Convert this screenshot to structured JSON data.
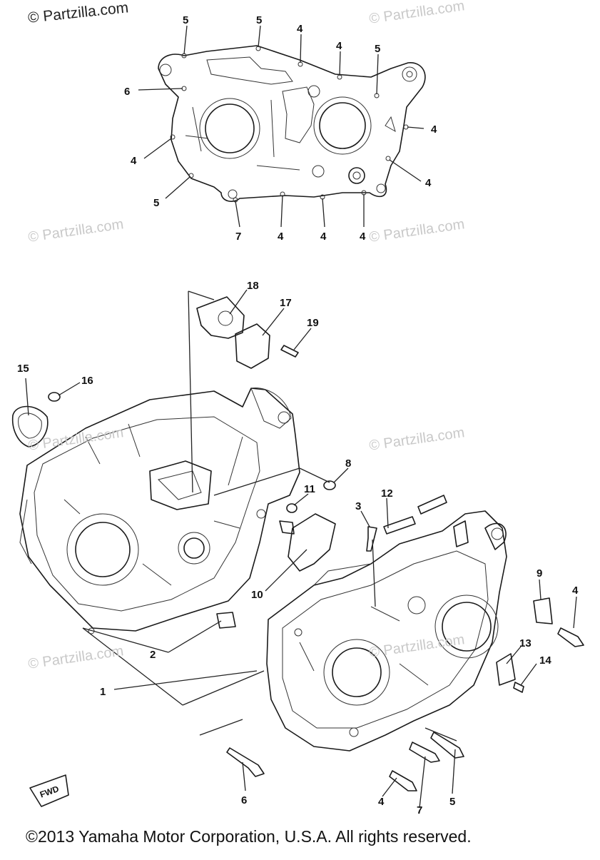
{
  "watermarks": {
    "top_left": "© Partzilla.com",
    "repeat": "© Partzilla.com"
  },
  "callouts_top": [
    "5",
    "5",
    "4",
    "4",
    "5",
    "6",
    "4",
    "4",
    "4",
    "5",
    "7",
    "4",
    "4",
    "4"
  ],
  "callouts_bottom": [
    "18",
    "17",
    "19",
    "15",
    "16",
    "8",
    "11",
    "12",
    "3",
    "10",
    "9",
    "4",
    "2",
    "1",
    "13",
    "14",
    "6",
    "4",
    "7",
    "5"
  ],
  "fwd_label": "FWD",
  "footer": "©2013  Yamaha Motor Corporation, U.S.A. All rights reserved."
}
